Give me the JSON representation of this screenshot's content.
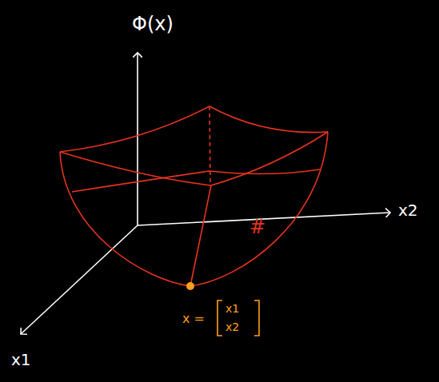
{
  "diagram": {
    "labels": [
      "Φ(x)",
      "x2",
      "x1",
      "x =",
      "x1",
      "x2",
      "#"
    ]
  }
}
